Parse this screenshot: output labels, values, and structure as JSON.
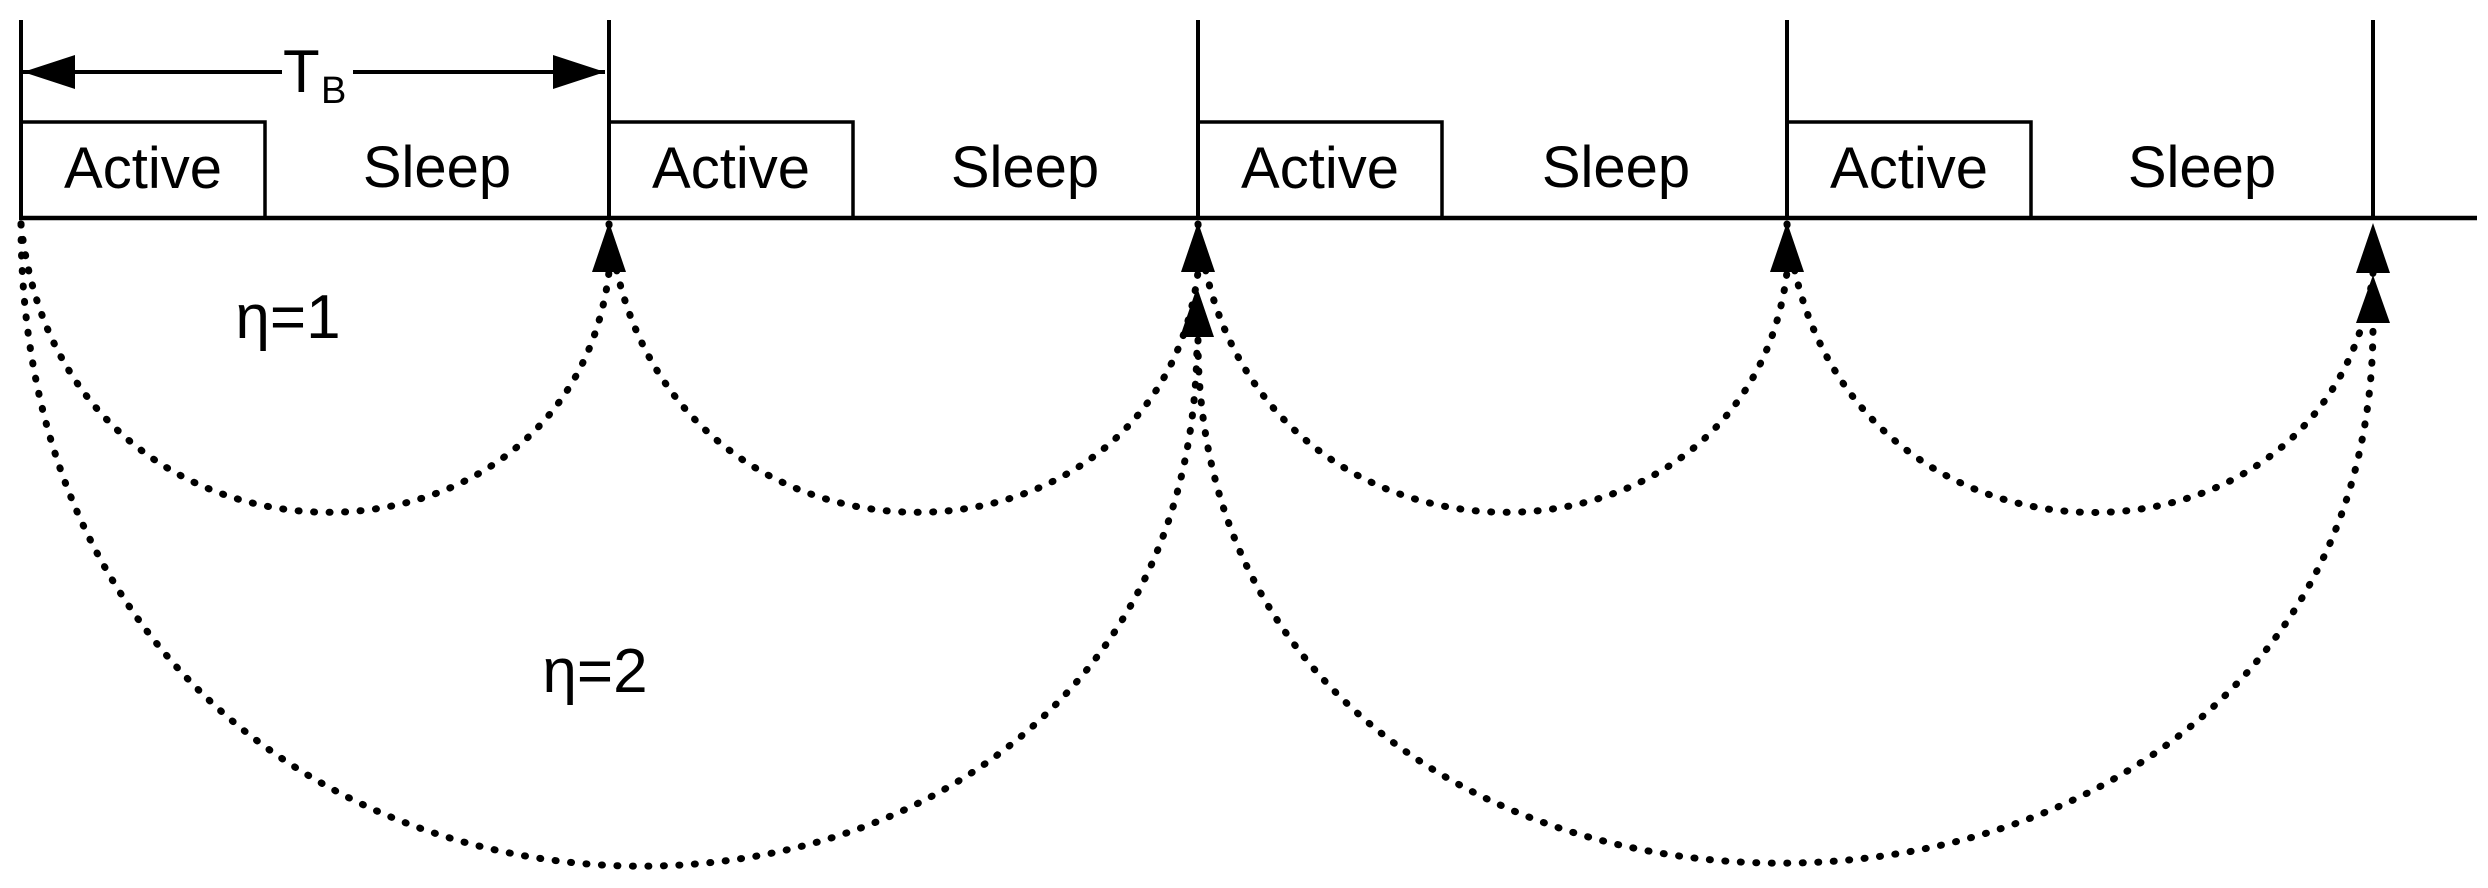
{
  "diagram": {
    "description": "Duty-cycled beacon timeline with active and sleep periods",
    "colors": {
      "ink": "#000000",
      "background": "#ffffff"
    },
    "beacon_interval_label": {
      "symbol": "T",
      "subscript": "B"
    },
    "intervals": [
      {
        "active_label": "Active",
        "sleep_label": "Sleep"
      },
      {
        "active_label": "Active",
        "sleep_label": "Sleep"
      },
      {
        "active_label": "Active",
        "sleep_label": "Sleep"
      },
      {
        "active_label": "Active",
        "sleep_label": "Sleep"
      }
    ],
    "duty_cycle_labels": [
      {
        "text": "η=1"
      },
      {
        "text": "η=2"
      }
    ]
  }
}
